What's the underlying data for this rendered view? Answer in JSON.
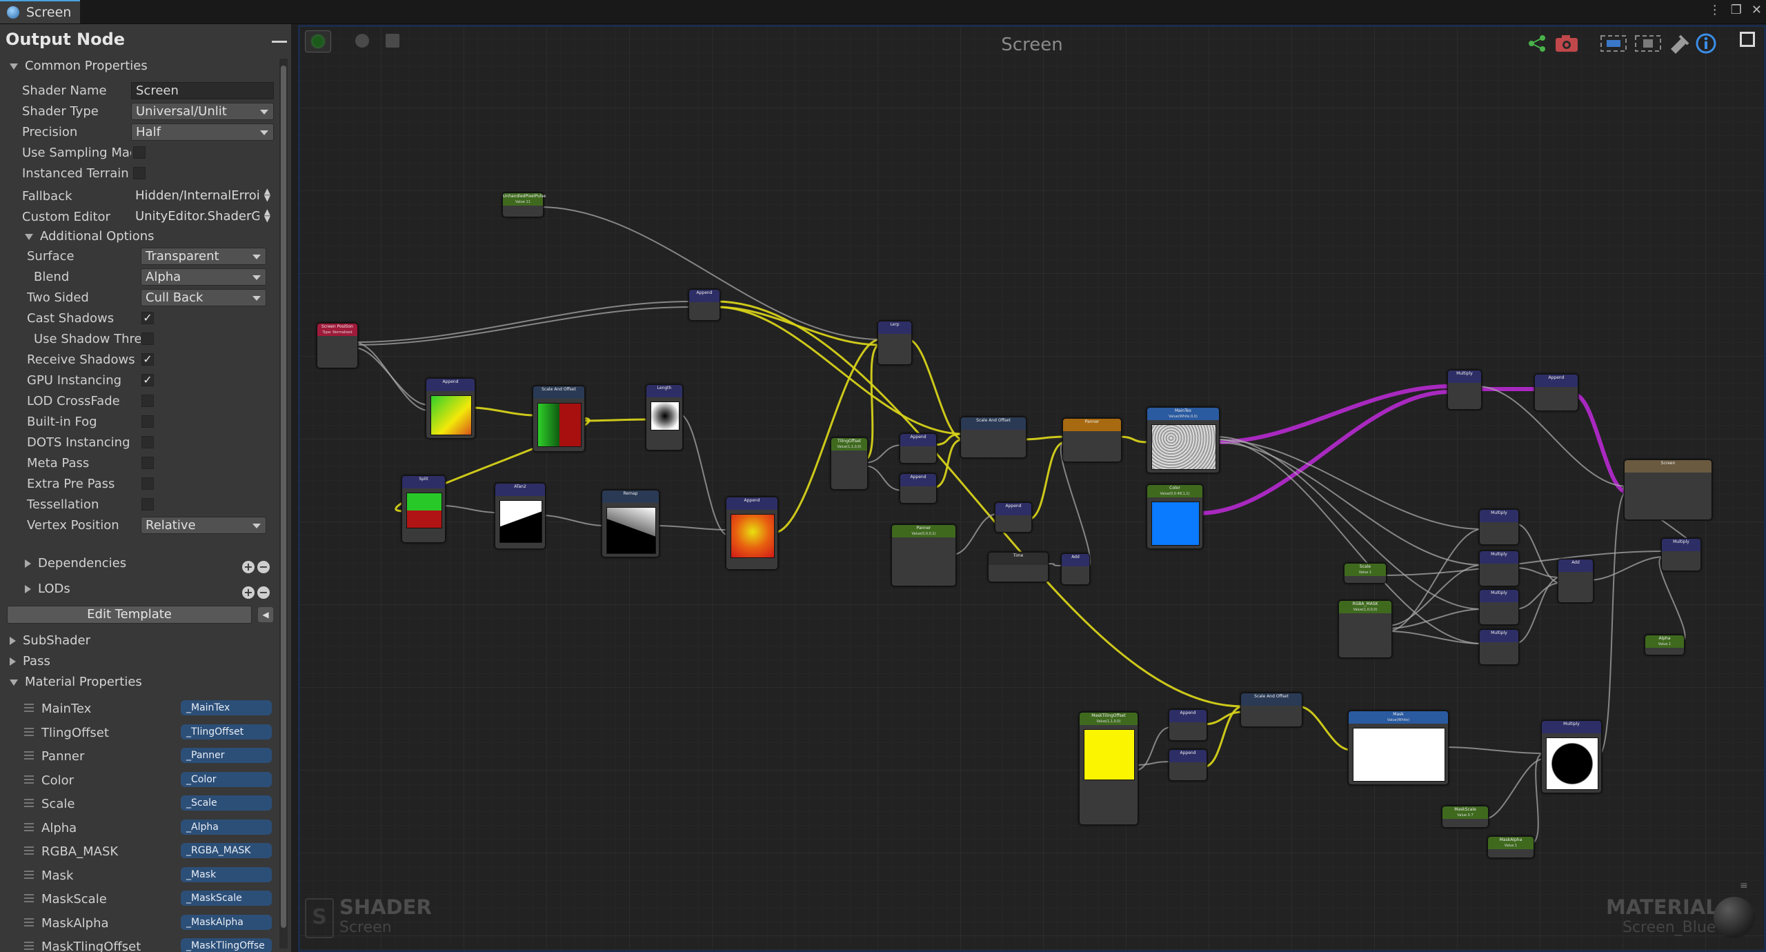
{
  "tab": {
    "title": "Screen"
  },
  "window_controls": [
    "⋮",
    "❐",
    "✕"
  ],
  "left_panel": {
    "title": "Output Node",
    "common_properties": {
      "header": "Common Properties",
      "shader_name_label": "Shader Name",
      "shader_name_value": "Screen",
      "shader_type_label": "Shader Type",
      "shader_type_value": "Universal/Unlit",
      "precision_label": "Precision",
      "precision_value": "Half",
      "use_sampling_label": "Use Sampling Mac",
      "instanced_terrain_label": "Instanced Terrain",
      "fallback_label": "Fallback",
      "fallback_value": "Hidden/InternalErroi",
      "custom_editor_label": "Custom Editor",
      "custom_editor_value": "UnityEditor.ShaderG"
    },
    "additional_options": {
      "header": "Additional Options",
      "surface_label": "Surface",
      "surface_value": "Transparent",
      "blend_label": "Blend",
      "blend_value": "Alpha",
      "two_sided_label": "Two Sided",
      "two_sided_value": "Cull Back",
      "cast_shadows_label": "Cast Shadows",
      "cast_shadows_checked": true,
      "use_shadow_label": "Use Shadow Thre",
      "use_shadow_checked": false,
      "receive_shadows_label": "Receive Shadows",
      "receive_shadows_checked": true,
      "gpu_instancing_label": "GPU Instancing",
      "gpu_instancing_checked": true,
      "lod_crossfade_label": "LOD CrossFade",
      "lod_crossfade_checked": false,
      "builtin_fog_label": "Built-in Fog",
      "builtin_fog_checked": false,
      "dots_label": "DOTS Instancing",
      "dots_checked": false,
      "meta_pass_label": "Meta Pass",
      "meta_pass_checked": false,
      "extra_pre_pass_label": "Extra Pre Pass",
      "extra_pre_pass_checked": false,
      "tessellation_label": "Tessellation",
      "tessellation_checked": false,
      "vertex_position_label": "Vertex Position",
      "vertex_position_value": "Relative"
    },
    "dependencies": "Dependencies",
    "lods": "LODs",
    "edit_template": "Edit Template",
    "subshader": "SubShader",
    "pass": "Pass",
    "material_properties": {
      "header": "Material Properties",
      "items": [
        {
          "label": "MainTex",
          "value": "_MainTex"
        },
        {
          "label": "TlingOffset",
          "value": "_TlingOffset"
        },
        {
          "label": "Panner",
          "value": "_Panner"
        },
        {
          "label": "Color",
          "value": "_Color"
        },
        {
          "label": "Scale",
          "value": "_Scale"
        },
        {
          "label": "Alpha",
          "value": "_Alpha"
        },
        {
          "label": "RGBA_MASK",
          "value": "_RGBA_MASK"
        },
        {
          "label": "Mask",
          "value": "_Mask"
        },
        {
          "label": "MaskScale",
          "value": "_MaskScale"
        },
        {
          "label": "MaskAlpha",
          "value": "_MaskAlpha"
        },
        {
          "label": "MaskTlingOffset",
          "value": "_MaskTlingOffse"
        }
      ]
    }
  },
  "canvas": {
    "title": "Screen",
    "watermark_left": "SHADER",
    "watermark_left_sub": "Screen",
    "watermark_right": "MATERIAL",
    "watermark_right_sub": "Screen_Blue",
    "toolbar_icons": [
      "live-mode-icon",
      "clean-nodes-icon",
      "preview-icon",
      "share-icon",
      "screenshot-icon",
      "focus-icon",
      "take-snapshot-icon",
      "tools-icon",
      "info-icon"
    ],
    "colors": {
      "yellow_wire": "#d7d21a",
      "purple_wire": "#b02ac8",
      "gray_wire": "#a8a8a8"
    }
  },
  "nodes": [
    {
      "id": "screen-position",
      "title": "Screen Position",
      "sub": "Type: Normalized",
      "color": "#a01a3a"
    },
    {
      "id": "append-1",
      "title": "Append",
      "color": "#2e2e66"
    },
    {
      "id": "scale-offset-1",
      "title": "Scale And Offset",
      "color": "#2a3a55"
    },
    {
      "id": "length",
      "title": "Length",
      "color": "#2e2e66"
    },
    {
      "id": "split",
      "title": "Split",
      "color": "#2e2e66"
    },
    {
      "id": "atan2",
      "title": "ATan2",
      "color": "#2e2e66"
    },
    {
      "id": "remap",
      "title": "Remap",
      "color": "#2a3a55"
    },
    {
      "id": "append-2",
      "title": "Append",
      "color": "#2e2e66"
    },
    {
      "id": "append-3",
      "title": "Append",
      "color": "#2e2e66"
    },
    {
      "id": "unscaled-pixel",
      "title": "UnhandledPixelPulse",
      "sub": "Value 11",
      "color": "#3f6a1e"
    },
    {
      "id": "lerp",
      "title": "Lerp",
      "color": "#2e2e66"
    },
    {
      "id": "tiling-offset",
      "title": "TilingOffset",
      "sub": "Value(1,1,0,0)",
      "color": "#3f6a1e"
    },
    {
      "id": "append-4",
      "title": "Append",
      "color": "#2e2e66"
    },
    {
      "id": "append-5",
      "title": "Append",
      "color": "#2e2e66"
    },
    {
      "id": "scale-offset-2",
      "title": "Scale And Offset",
      "color": "#2a3a55"
    },
    {
      "id": "panner",
      "title": "Panner",
      "color": "#a86a10"
    },
    {
      "id": "maintex",
      "title": "MainTex",
      "sub": "Value(White,0,0)",
      "color": "#2a5aa0"
    },
    {
      "id": "color",
      "title": "Color",
      "sub": "Value(0,0.48,1,1)",
      "color": "#3f6a1e"
    },
    {
      "id": "panner-var",
      "title": "Panner",
      "sub": "Value(0,0,0,1)",
      "color": "#3f6a1e"
    },
    {
      "id": "append-6",
      "title": "Append",
      "color": "#2e2e66"
    },
    {
      "id": "time",
      "title": "Time",
      "color": "#2e2e2e"
    },
    {
      "id": "add-1",
      "title": "Add",
      "color": "#2e2e66"
    },
    {
      "id": "multiply-1",
      "title": "Multiply",
      "color": "#2e2e66"
    },
    {
      "id": "append-7",
      "title": "Append",
      "color": "#2e2e66"
    },
    {
      "id": "screen-output",
      "title": "Screen",
      "color": "#6a5a40"
    },
    {
      "id": "scale-var",
      "title": "Scale",
      "sub": "Value 1",
      "color": "#3f6a1e"
    },
    {
      "id": "rgba-mask",
      "title": "RGBA_MASK",
      "sub": "Value(1,0,0,0)",
      "color": "#3f6a1e"
    },
    {
      "id": "multiply-2",
      "title": "Multiply",
      "color": "#2e2e66"
    },
    {
      "id": "multiply-3",
      "title": "Multiply",
      "color": "#2e2e66"
    },
    {
      "id": "multiply-4",
      "title": "Multiply",
      "color": "#2e2e66"
    },
    {
      "id": "multiply-5",
      "title": "Multiply",
      "color": "#2e2e66"
    },
    {
      "id": "add-2",
      "title": "Add",
      "color": "#2e2e66"
    },
    {
      "id": "multiply-6",
      "title": "Multiply",
      "color": "#2e2e66"
    },
    {
      "id": "alpha-var",
      "title": "Alpha",
      "sub": "Value 1",
      "color": "#3f6a1e"
    },
    {
      "id": "mask-tiling",
      "title": "MaskTilingOffset",
      "sub": "Value(1,1,0,0)",
      "color": "#3f6a1e"
    },
    {
      "id": "append-8",
      "title": "Append",
      "color": "#2e2e66"
    },
    {
      "id": "append-9",
      "title": "Append",
      "color": "#2e2e66"
    },
    {
      "id": "scale-offset-3",
      "title": "Scale And Offset",
      "color": "#2a3a55"
    },
    {
      "id": "mask",
      "title": "Mask",
      "sub": "Value(White)",
      "color": "#2a5aa0"
    },
    {
      "id": "multiply-7",
      "title": "Multiply",
      "color": "#2e2e66"
    },
    {
      "id": "mask-scale",
      "title": "MaskScale",
      "sub": "Value 0.7",
      "color": "#3f6a1e"
    },
    {
      "id": "mask-alpha",
      "title": "MaskAlpha",
      "sub": "Value 1",
      "color": "#3f6a1e"
    }
  ]
}
